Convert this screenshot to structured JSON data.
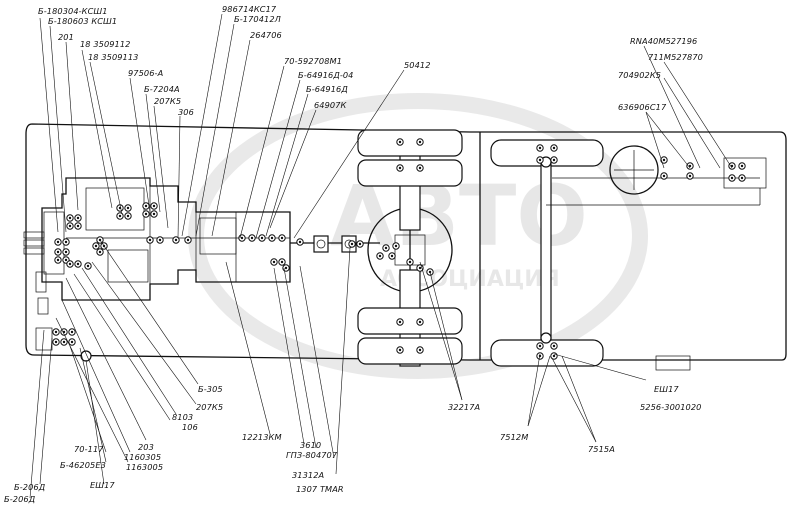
{
  "watermark": {
    "main": "АВТО",
    "sub": "АССОЦИАЦИЯ"
  },
  "labels": {
    "top": [
      "Б-180304-КСШ1",
      "Б-180603 КСШ1",
      "201",
      "18 3509112",
      "18 3509113",
      "97506-А",
      "Б-7204А",
      "207К5",
      "306",
      "986714КС17",
      "Б-170412Л",
      "264706",
      "70-592708М1",
      "Б-64916Д-04",
      "Б-64916Д",
      "64907К",
      "50412",
      "RNA40М527196",
      "711М527870",
      "704902К5",
      "636906С17"
    ],
    "bottom": [
      "Б-305",
      "207К5",
      "8103",
      "106",
      "203",
      "1160305",
      "1163005",
      "70-117",
      "Б-46205Е3",
      "ЕШ17",
      "Б-206Д",
      "Б-206Д",
      "12213КМ",
      "3610",
      "ГПЗ-804707",
      "31312А",
      "1307 ТМАR",
      "32217А",
      "7512М",
      "7515А",
      "ЕШ17",
      "5256-3001020"
    ]
  }
}
